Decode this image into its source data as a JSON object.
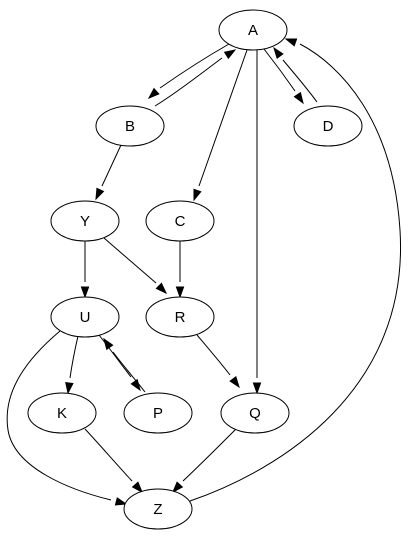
{
  "diagram": {
    "type": "directed-graph",
    "nodes": [
      {
        "id": "A",
        "label": "A"
      },
      {
        "id": "B",
        "label": "B"
      },
      {
        "id": "D",
        "label": "D"
      },
      {
        "id": "Y",
        "label": "Y"
      },
      {
        "id": "C",
        "label": "C"
      },
      {
        "id": "U",
        "label": "U"
      },
      {
        "id": "R",
        "label": "R"
      },
      {
        "id": "K",
        "label": "K"
      },
      {
        "id": "P",
        "label": "P"
      },
      {
        "id": "Q",
        "label": "Q"
      },
      {
        "id": "Z",
        "label": "Z"
      }
    ],
    "edges": [
      {
        "from": "A",
        "to": "B"
      },
      {
        "from": "B",
        "to": "A"
      },
      {
        "from": "A",
        "to": "D"
      },
      {
        "from": "D",
        "to": "A"
      },
      {
        "from": "A",
        "to": "C"
      },
      {
        "from": "A",
        "to": "Q"
      },
      {
        "from": "B",
        "to": "Y"
      },
      {
        "from": "Y",
        "to": "U"
      },
      {
        "from": "Y",
        "to": "R"
      },
      {
        "from": "C",
        "to": "R"
      },
      {
        "from": "U",
        "to": "K"
      },
      {
        "from": "U",
        "to": "P"
      },
      {
        "from": "P",
        "to": "U"
      },
      {
        "from": "U",
        "to": "Z"
      },
      {
        "from": "R",
        "to": "Q"
      },
      {
        "from": "K",
        "to": "Z"
      },
      {
        "from": "Q",
        "to": "Z"
      },
      {
        "from": "Z",
        "to": "A"
      }
    ]
  }
}
